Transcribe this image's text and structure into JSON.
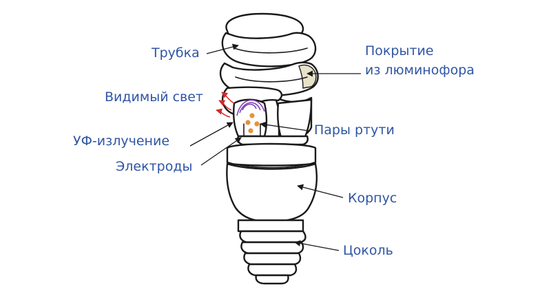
{
  "labels": {
    "tube": "Трубка",
    "coating_line1": "Покрытие",
    "coating_line2": "из люминофора",
    "visible_light": "Видимый свет",
    "mercury_vapor": "Пары ртути",
    "uv_radiation": "УФ-излучение",
    "electrodes": "Электроды",
    "housing": "Корпус",
    "base": "Цоколь"
  },
  "colors": {
    "label": "#2f55a4",
    "outline": "#1a1a1a",
    "phosphor": "#e9e2c9",
    "mercury": "#e8923a",
    "uv_wave": "#7b3fb5",
    "visible_arrow": "#d62828"
  }
}
